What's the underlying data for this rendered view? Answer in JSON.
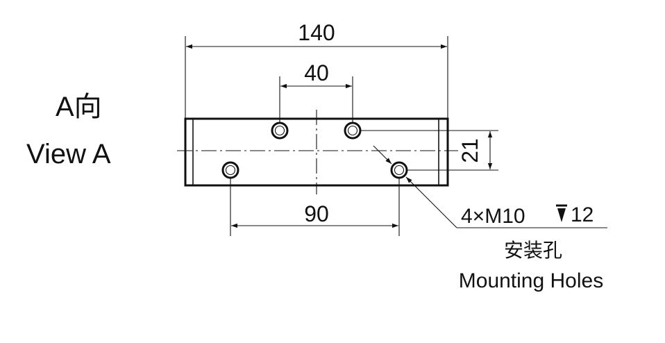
{
  "view": {
    "label_cn": "A向",
    "label_en": "View A"
  },
  "dimensions": {
    "overall_length": "140",
    "top_hole_spacing": "40",
    "bottom_hole_spacing": "90",
    "row_offset": "21"
  },
  "callout": {
    "thread_spec": "4×M10",
    "depth_value": "12",
    "label_cn": "安装孔",
    "label_en": "Mounting Holes"
  },
  "colors": {
    "ink": "#111111",
    "background": "#ffffff"
  }
}
